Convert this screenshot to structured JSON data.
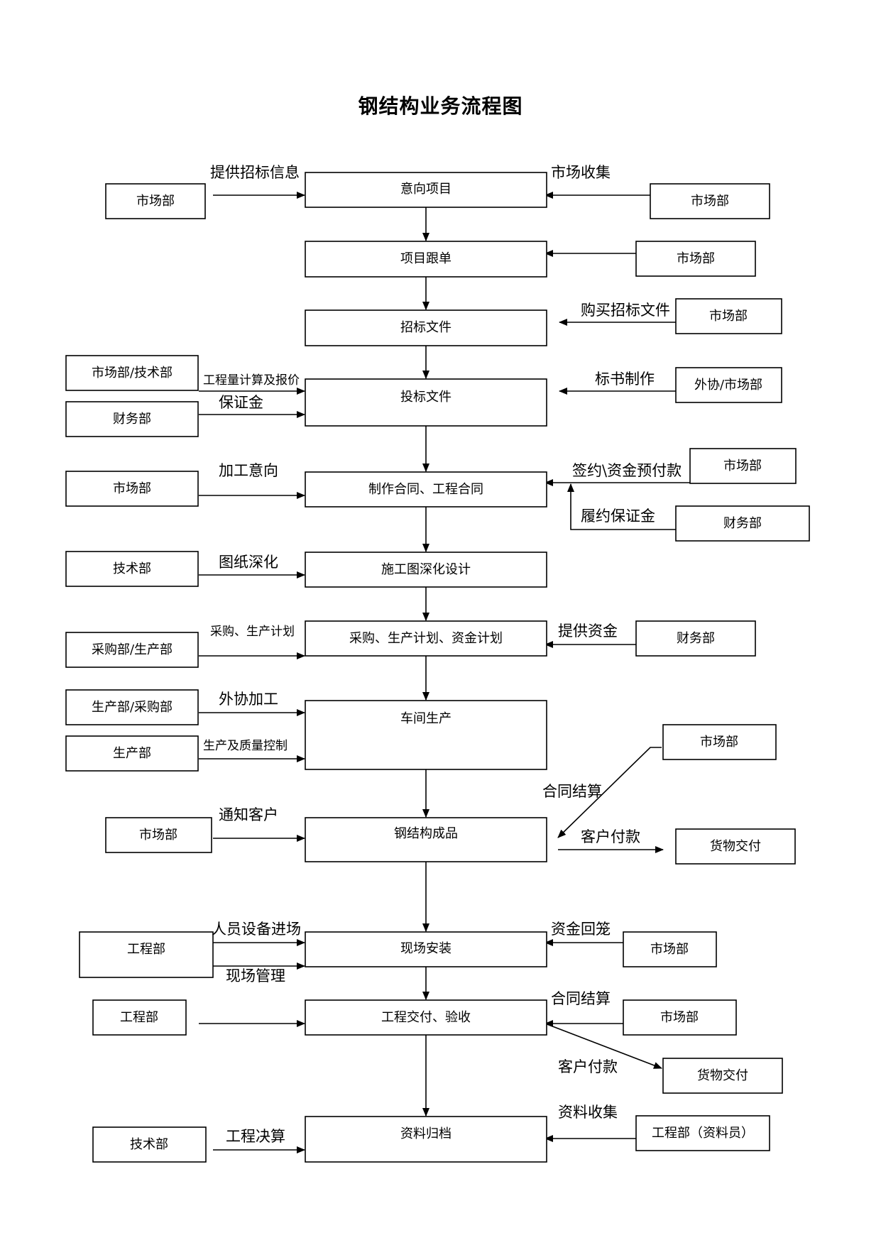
{
  "title": "钢结构业务流程图",
  "nodes": {
    "main_1": "意向项目",
    "main_2": "项目跟单",
    "main_3": "招标文件",
    "main_4": "投标文件",
    "main_5": "制作合同、工程合同",
    "main_6": "施工图深化设计",
    "main_7": "采购、生产计划、资金计划",
    "main_8": "车间生产",
    "main_9": "钢结构成品",
    "main_10": "现场安装",
    "main_11": "工程交付、验收",
    "main_12": "资料归档",
    "l1": "市场部",
    "r1": "市场部",
    "r2": "市场部",
    "r3": "市场部",
    "l4a": "市场部/技术部",
    "l4b": "财务部",
    "r4": "外协/市场部",
    "l5": "市场部",
    "r5a": "市场部",
    "r5b": "财务部",
    "l6": "技术部",
    "l7": "采购部/生产部",
    "r7": "财务部",
    "l8a": "生产部/采购部",
    "l8b": "生产部",
    "r8": "市场部",
    "l9": "市场部",
    "r9": "货物交付",
    "l10": "工程部",
    "r10": "市场部",
    "l11": "工程部",
    "r11": "市场部",
    "r11b": "货物交付",
    "l12": "技术部",
    "r12": "工程部（资料员）"
  },
  "labels": {
    "e1": "提供招标信息",
    "e2": "市场收集",
    "e3": "购买招标文件",
    "e4": "工程量计算及报价",
    "e5": "保证金",
    "e6": "标书制作",
    "e7": "加工意向",
    "e8": "签约\\资金预付款",
    "e9": "履约保证金",
    "e10": "图纸深化",
    "e11": "采购、生产计划",
    "e12": "提供资金",
    "e13": "外协加工",
    "e14": "生产及质量控制",
    "e15": "合同结算",
    "e16": "通知客户",
    "e17": "客户付款",
    "e18": "人员设备进场",
    "e19": "现场管理",
    "e20": "资金回笼",
    "e21": "合同结算",
    "e22": "客户付款",
    "e23": "资料收集",
    "e24": "工程决算"
  }
}
